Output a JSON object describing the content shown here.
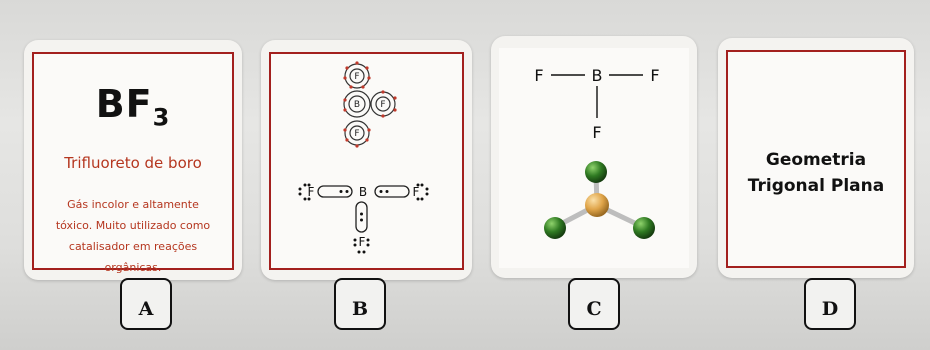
{
  "cards": {
    "a": {
      "formula_main": "BF",
      "formula_sub": "3",
      "name": "Trifluoreto de boro",
      "description": "Gás incolor e altamente\ntóxico. Muito utilizado como\ncatalisador em reações\norgânicas."
    },
    "b": {
      "orbital_symbols": [
        "F",
        "B",
        "F",
        "F"
      ],
      "lewis_symbols": [
        "F",
        "B",
        "F",
        "F"
      ]
    },
    "c": {
      "structural": {
        "left": "F",
        "center": "B",
        "right": "F",
        "bottom": "F"
      }
    },
    "d": {
      "text": "Geometria\nTrigonal Plana"
    }
  },
  "labels": [
    "A",
    "B",
    "C",
    "D"
  ],
  "colors": {
    "border_red": "#a3201e",
    "text_red": "#b5361f",
    "fluorine_green": "#2f7a22",
    "boron_orange": "#e0a54a"
  }
}
